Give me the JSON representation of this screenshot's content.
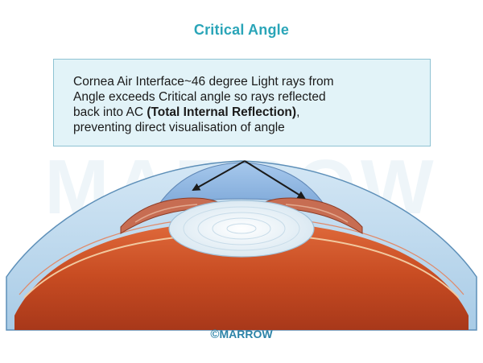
{
  "title": "Critical Angle",
  "description": {
    "line1": "Cornea Air Interface~46 degree Light rays from",
    "line2": "Angle exceeds Critical angle so rays reflected",
    "line3_prefix": "back into AC ",
    "line3_bold": "(Total Internal Reflection)",
    "line3_suffix": ",",
    "line4": "preventing direct visualisation of angle"
  },
  "watermark": "MARROW",
  "copyright": {
    "symbol": "©",
    "brand": "MARROW"
  },
  "colors": {
    "title": "#2aa5b8",
    "box_fill": "#e2f3f8",
    "box_border": "#8fc3d3",
    "cornea": "#b9d7ee",
    "anterior_chamber": "#8fb8e2",
    "lens": "#eef5f9",
    "iris": "#c76d52",
    "choroid": "#d2582e",
    "brand": "#2d84a8"
  }
}
